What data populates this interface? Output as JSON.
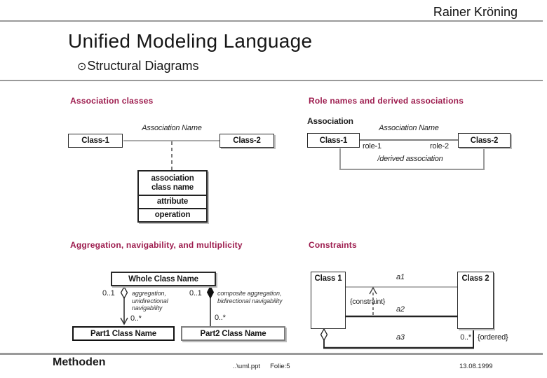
{
  "header": {
    "author": "Rainer Kröning",
    "title": "Unified Modeling Language",
    "bullet_symbol": "⊙",
    "subtitle": "Structural Diagrams"
  },
  "colors": {
    "section_header": "#9D1C4E",
    "rule_gray": "#9A9A9A"
  },
  "diagrams": {
    "association_classes": {
      "title": "Association classes",
      "class1": "Class-1",
      "class2": "Class-2",
      "association_name": "Association Name",
      "assoc_class": {
        "name_line1": "association",
        "name_line2": "class name",
        "attribute": "attribute",
        "operation": "operation"
      }
    },
    "role_names": {
      "title": "Role names and derived associations",
      "association_label": "Association",
      "class1": "Class-1",
      "class2": "Class-2",
      "association_name": "Association Name",
      "role1": "role-1",
      "role2": "role-2",
      "derived": "/derived association"
    },
    "aggregation": {
      "title": "Aggregation, navigability, and multiplicity",
      "whole": "Whole Class Name",
      "part1": "Part1 Class Name",
      "part2": "Part2 Class Name",
      "mult_left_top": "0..1",
      "mult_left_bottom": "0..*",
      "mult_right_top": "0..1",
      "mult_right_bottom": "0..*",
      "left_note": [
        "aggregation,",
        "unidirectional",
        "navigability"
      ],
      "right_note": [
        "composite aggregation,",
        "bidirectional navigability"
      ]
    },
    "constraints": {
      "title": "Constraints",
      "class1": "Class 1",
      "class2": "Class 2",
      "a1": "a1",
      "a2": "a2",
      "a3": "a3",
      "constraint": "{constraint}",
      "mult": "0..*",
      "ordered": "{ordered}"
    }
  },
  "footer": {
    "left": "Methoden",
    "center_path": "..\\uml.ppt",
    "center_page": "Folie:5",
    "right_date": "13.08.1999"
  }
}
